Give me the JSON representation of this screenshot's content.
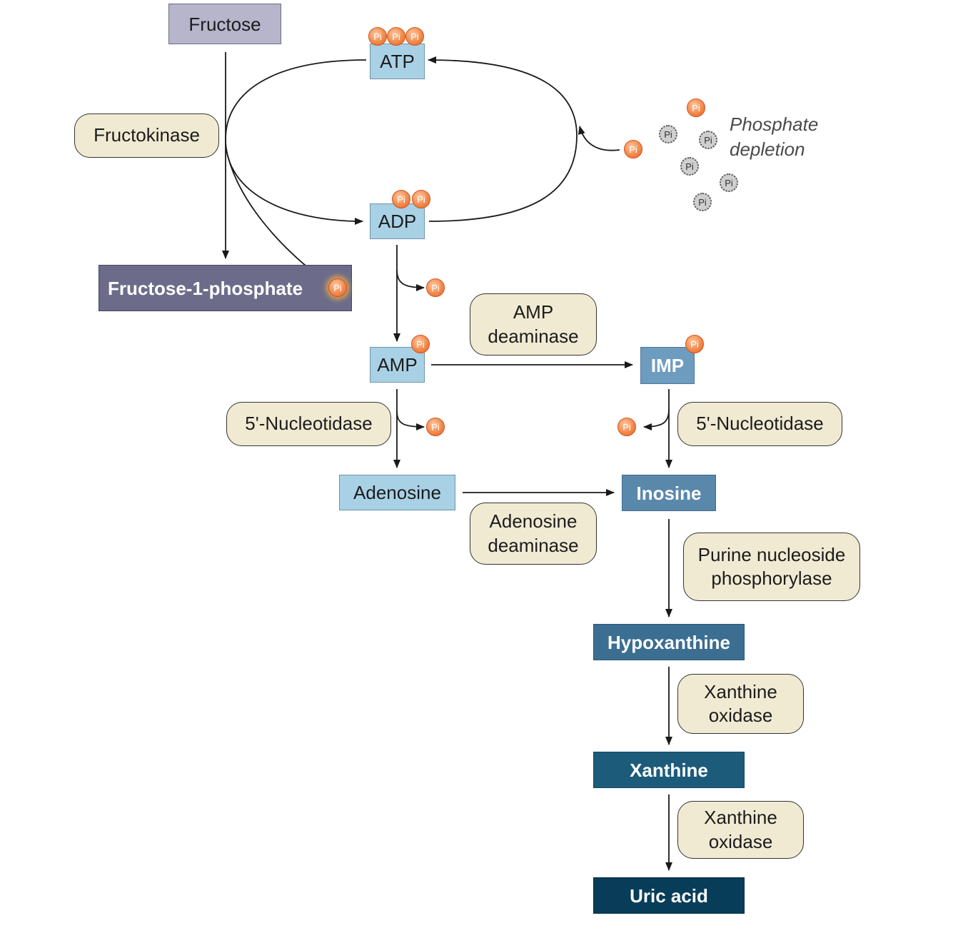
{
  "nodes": {
    "fructose": "Fructose",
    "atp": "ATP",
    "adp": "ADP",
    "fructose_1_phosphate": "Fructose-1-phosphate",
    "amp": "AMP",
    "imp": "IMP",
    "adenosine": "Adenosine",
    "inosine": "Inosine",
    "hypoxanthine": "Hypoxanthine",
    "xanthine": "Xanthine",
    "uric_acid": "Uric acid"
  },
  "enzymes": {
    "fructokinase": "Fructokinase",
    "amp_deaminase": [
      "AMP",
      "deaminase"
    ],
    "nucleotidase_left": "5'-Nucleotidase",
    "nucleotidase_right": "5'-Nucleotidase",
    "adenosine_deaminase": [
      "Adenosine",
      "deaminase"
    ],
    "pnp": [
      "Purine nucleoside",
      "phosphorylase"
    ],
    "xanthine_oxidase_1": [
      "Xanthine",
      "oxidase"
    ],
    "xanthine_oxidase_2": [
      "Xanthine",
      "oxidase"
    ]
  },
  "phosphate_label": "Pi",
  "phosphate_depletion": [
    "Phosphate",
    "depletion"
  ],
  "colors": {
    "fructose": "#b6b5cc",
    "fructose_1_phosphate": "#6c6c8a",
    "light_blue": "#a9d1e6",
    "imp": "#6e9cbf",
    "inosine": "#5a88ab",
    "hypoxanthine": "#3b6e91",
    "xanthine": "#1d5b7a",
    "uric_acid": "#083d59",
    "enzyme_fill": "#f1ead3",
    "phosphate": "#f28a4c"
  }
}
